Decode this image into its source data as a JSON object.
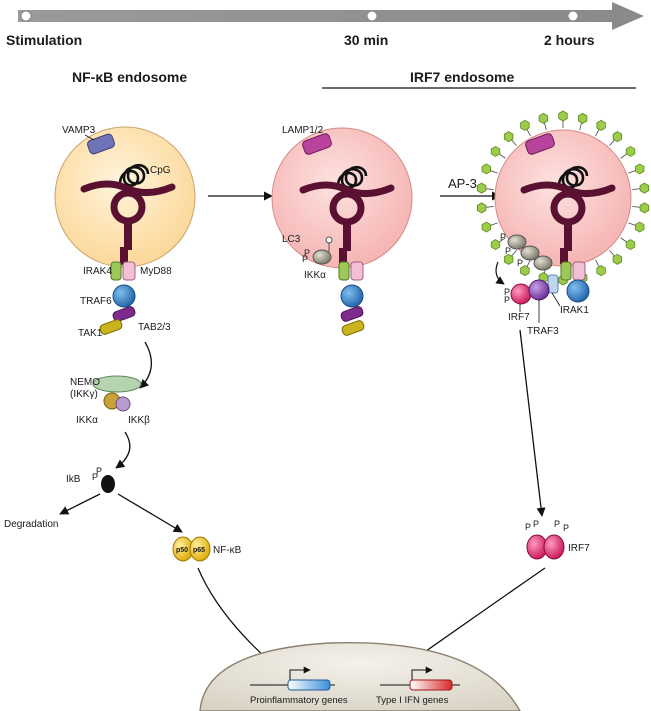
{
  "timeline": {
    "stages": [
      "Stimulation",
      "30 min",
      "2 hours"
    ]
  },
  "headers": {
    "nfkb": "NF-κB endosome",
    "irf7": "IRF7 endosome"
  },
  "labels": {
    "vamp3": "VAMP3",
    "cpg": "CpG",
    "irak4": "IRAK4",
    "myd88": "MyD88",
    "traf6": "TRAF6",
    "tak1": "TAK1",
    "tab23": "TAB2/3",
    "nemo": "NEMO",
    "ikkg": "(IKKγ)",
    "ikka_left": "IKKα",
    "ikkb": "IKKβ",
    "ikb": "IkB",
    "degradation": "Degradation",
    "p50": "p50",
    "p65": "p65",
    "nfkb": "NF-κB",
    "lamp": "LAMP1/2",
    "lc3": "LC3",
    "ikka_mid": "IKKα",
    "ap3": "AP-3",
    "irf7_complex": "IRF7",
    "traf3": "TRAF3",
    "irak1": "IRAK1",
    "irf7_dimer": "IRF7",
    "proinflammatory": "Proinflammatory genes",
    "type1ifn": "Type I IFN genes",
    "phos": "P"
  },
  "colors": {
    "endosome_orange": "#fde3b0",
    "endosome_pink": "#f9c4c2",
    "tlr9": "#5a1030",
    "vamp3": "#6f74b8",
    "lamp": "#b9449c",
    "myd88": "#f2bfd5",
    "irak4": "#9cc85a",
    "traf6": "#2e7fc2",
    "tak1": "#c9b41e",
    "tab23": "#7e2a8c",
    "nemo": "#b7d4b0",
    "ikka": "#c9a23a",
    "ikkb": "#b89bcf",
    "lc3": "#9b9684",
    "irf7": "#e0407a",
    "traf3": "#8a4fb2",
    "irak1": "#bcd6f0",
    "nfkb": "#f2c01c",
    "green_hex": "#9ccc4a",
    "nucleus": "#ece8e0"
  }
}
